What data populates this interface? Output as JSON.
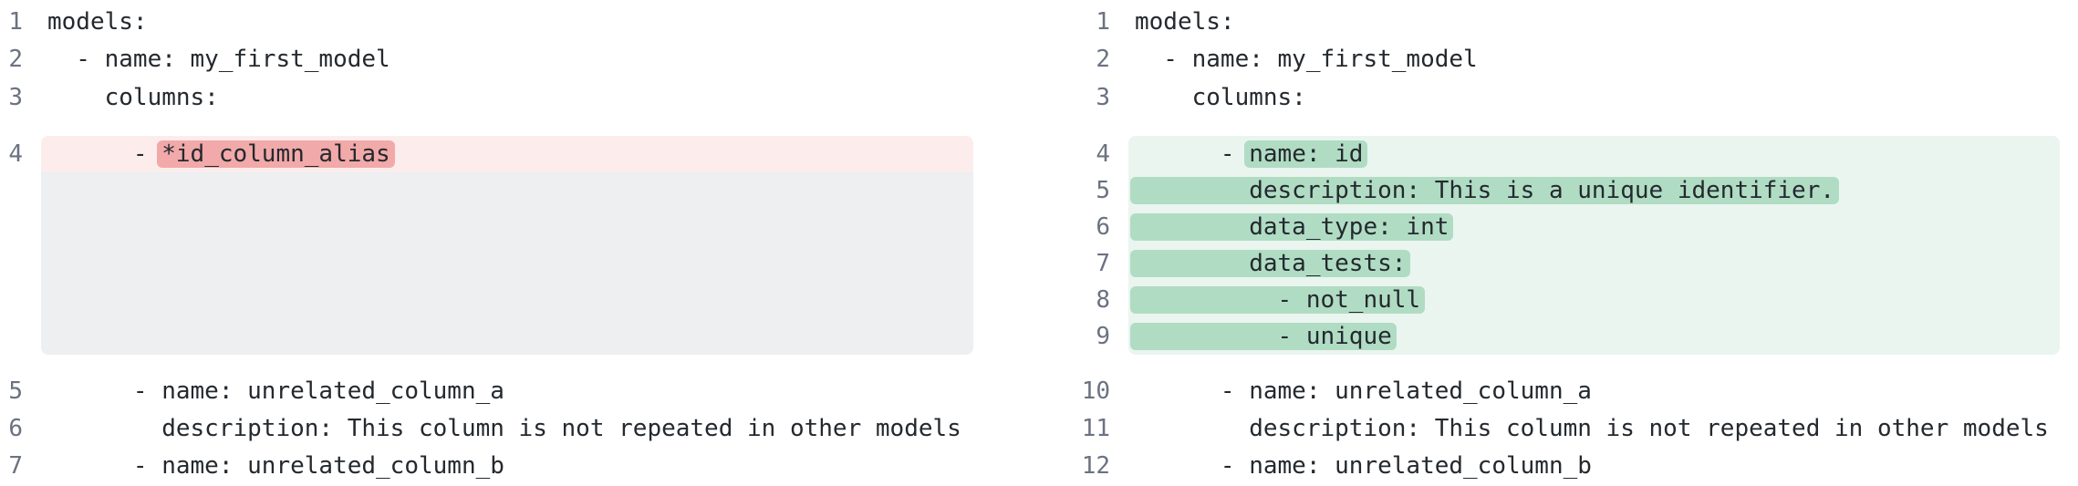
{
  "colors": {
    "page_bg": "#ffffff",
    "code_text": "#24292e",
    "line_number": "#6b7280",
    "removed_line_bg": "#fcedec",
    "removed_mark_bg": "#f2a9a9",
    "added_line_bg": "#eaf5ef",
    "added_mark_bg": "#b0dcc4",
    "filler_bg": "#edeff1"
  },
  "panels": [
    {
      "id": "before",
      "side": "left",
      "lines": [
        {
          "kind": "code",
          "num": "1",
          "segments": [
            {
              "t": "models:"
            }
          ]
        },
        {
          "kind": "code",
          "num": "2",
          "segments": [
            {
              "t": "  - name: my_first_model"
            }
          ]
        },
        {
          "kind": "code",
          "num": "3",
          "segments": [
            {
              "t": "    columns:"
            }
          ]
        },
        {
          "kind": "gap",
          "size": "lg"
        },
        {
          "kind": "code",
          "num": "4",
          "line_bg": "removed",
          "round": "top",
          "segments": [
            {
              "t": "      - "
            },
            {
              "t": "*id_column_alias",
              "mark": "removed"
            }
          ]
        },
        {
          "kind": "filler",
          "round": "bottom"
        },
        {
          "kind": "gap",
          "size": "sm"
        },
        {
          "kind": "code",
          "num": "5",
          "segments": [
            {
              "t": "      - name: unrelated_column_a"
            }
          ]
        },
        {
          "kind": "code",
          "num": "6",
          "segments": [
            {
              "t": "        description: This column is not repeated in other models"
            }
          ]
        },
        {
          "kind": "code",
          "num": "7",
          "segments": [
            {
              "t": "      - name: unrelated_column_b"
            }
          ]
        }
      ]
    },
    {
      "id": "after",
      "side": "right",
      "lines": [
        {
          "kind": "code",
          "num": "1",
          "segments": [
            {
              "t": "models:"
            }
          ]
        },
        {
          "kind": "code",
          "num": "2",
          "segments": [
            {
              "t": "  - name: my_first_model"
            }
          ]
        },
        {
          "kind": "code",
          "num": "3",
          "segments": [
            {
              "t": "    columns:"
            }
          ]
        },
        {
          "kind": "gap",
          "size": "lg"
        },
        {
          "kind": "code",
          "num": "4",
          "line_bg": "added",
          "round": "top",
          "segments": [
            {
              "t": "      - "
            },
            {
              "t": "name: id",
              "mark": "added"
            }
          ]
        },
        {
          "kind": "code",
          "num": "5",
          "line_bg": "added",
          "segments": [
            {
              "t": "        description: This is a unique identifier.",
              "mark": "added"
            }
          ]
        },
        {
          "kind": "code",
          "num": "6",
          "line_bg": "added",
          "segments": [
            {
              "t": "        data_type: int",
              "mark": "added"
            }
          ]
        },
        {
          "kind": "code",
          "num": "7",
          "line_bg": "added",
          "segments": [
            {
              "t": "        data_tests:",
              "mark": "added"
            }
          ]
        },
        {
          "kind": "code",
          "num": "8",
          "line_bg": "added",
          "segments": [
            {
              "t": "          - not_null",
              "mark": "added"
            }
          ]
        },
        {
          "kind": "code",
          "num": "9",
          "line_bg": "added",
          "round": "bottom",
          "segments": [
            {
              "t": "          - unique",
              "mark": "added"
            }
          ]
        },
        {
          "kind": "gap",
          "size": "sm"
        },
        {
          "kind": "code",
          "num": "10",
          "segments": [
            {
              "t": "      - name: unrelated_column_a"
            }
          ]
        },
        {
          "kind": "code",
          "num": "11",
          "segments": [
            {
              "t": "        description: This column is not repeated in other models"
            }
          ]
        },
        {
          "kind": "code",
          "num": "12",
          "segments": [
            {
              "t": "      - name: unrelated_column_b"
            }
          ]
        }
      ]
    }
  ]
}
